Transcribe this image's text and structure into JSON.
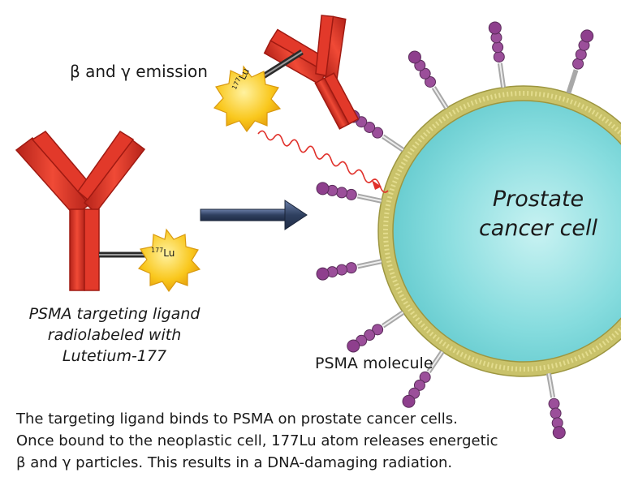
{
  "labels": {
    "emission": "β and γ emission",
    "ligand_lines": [
      "PSMA targeting ligand",
      "radiolabeled with",
      "Lutetium-177"
    ],
    "psma_molecule": "PSMA molecule",
    "cell_lines": [
      "Prostate",
      "cancer cell"
    ],
    "lu_mass": "177",
    "lu_symbol": "Lu"
  },
  "caption": {
    "lines": [
      "The targeting ligand binds to PSMA on prostate cancer cells.",
      "Once bound to the neoplastic cell, 177Lu atom releases energetic",
      "β and γ particles. This results in a DNA-damaging radiation."
    ]
  },
  "colors": {
    "antibody": "#e8392b",
    "antibody_dark": "#b21f16",
    "lutetium": "#f7c21a",
    "cell_fill": "#7fd9db",
    "membrane": "#c9c26a",
    "psma_bead": "#9b4f9a",
    "arrow": "#2f4060",
    "wave": "#e0302a"
  }
}
